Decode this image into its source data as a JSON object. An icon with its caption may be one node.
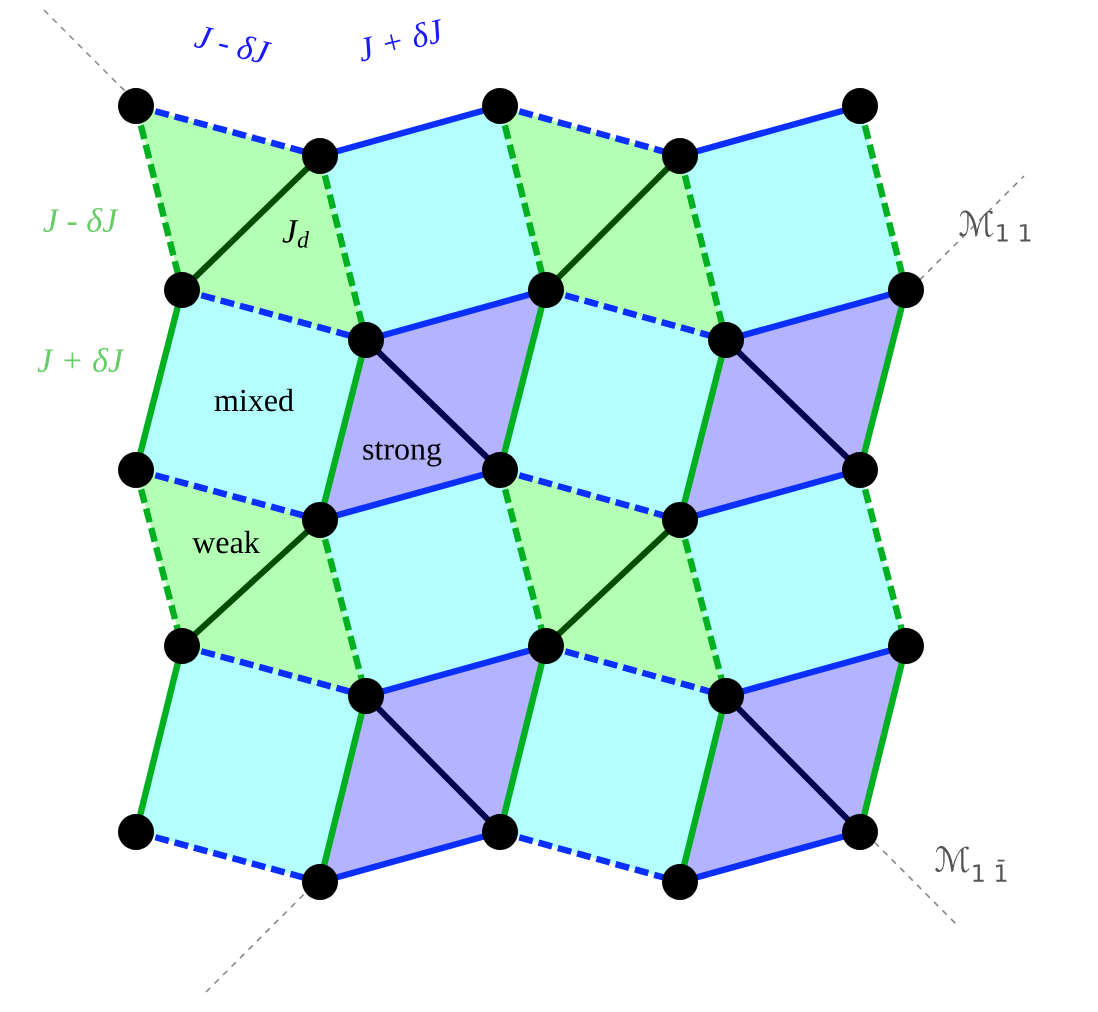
{
  "diagram": {
    "labels": [
      "J - δJ",
      "J + δJ",
      "ℳ$_{1 1}$",
      "J - δJ",
      "J$_{d}$",
      "J + δJ",
      "mixed",
      "strong",
      "weak",
      "ℳ$_{1 1̄}$"
    ]
  }
}
